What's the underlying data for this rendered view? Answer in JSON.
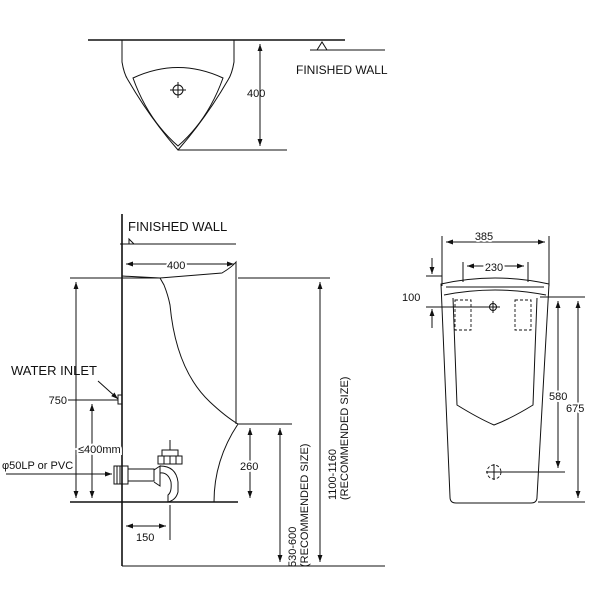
{
  "labels": {
    "top_finished_wall": "FINISHED WALL",
    "side_finished_wall": "FINISHED WALL",
    "water_inlet": "WATER INLET",
    "outlet_pipe": "φ50LP or PVC"
  },
  "dimensions": {
    "top_depth": "400",
    "side_depth": "400",
    "inlet_height": "750",
    "outlet_max": "≤400mm",
    "lip_height": "260",
    "outlet_offset": "150",
    "rim_height": "530-600",
    "rim_height_note": "(RECOMMENDED SIZE)",
    "total_height": "1100-1160",
    "total_height_note": "(RECOMMENDED SIZE)",
    "front_width": "385",
    "front_inner_width": "230",
    "front_top_band": "100",
    "front_bowl_height": "580",
    "front_total_height": "675"
  }
}
